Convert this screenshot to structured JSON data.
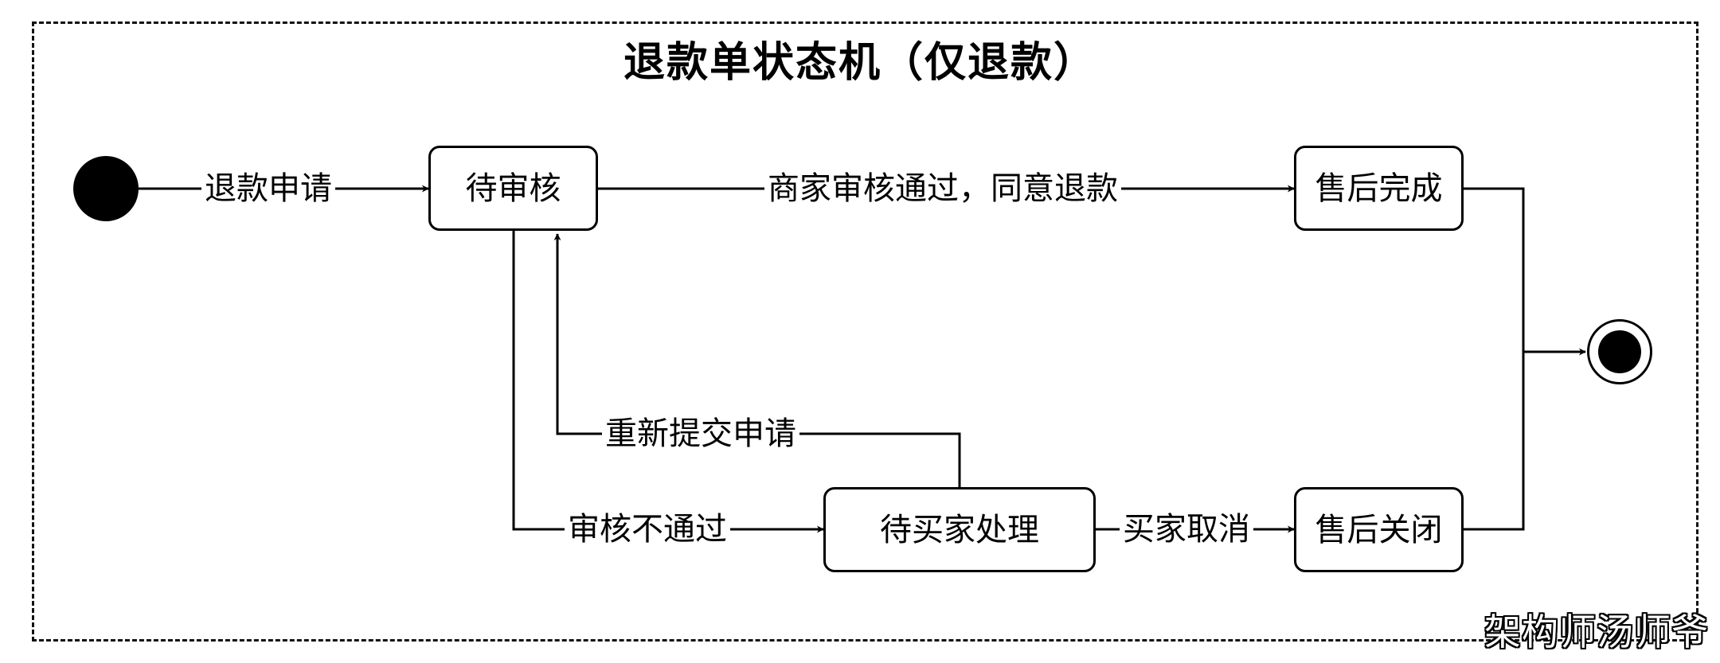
{
  "title": "退款单状态机（仅退款）",
  "states": {
    "pending_review": "待审核",
    "completed": "售后完成",
    "pending_buyer": "待买家处理",
    "closed": "售后关闭"
  },
  "transitions": {
    "apply_refund": "退款申请",
    "merchant_approve": "商家审核通过，同意退款",
    "review_rejected": "审核不通过",
    "resubmit": "重新提交申请",
    "buyer_cancel": "买家取消"
  },
  "watermark": "架构师汤师爷",
  "colors": {
    "line": "#000000",
    "background": "#ffffff"
  }
}
